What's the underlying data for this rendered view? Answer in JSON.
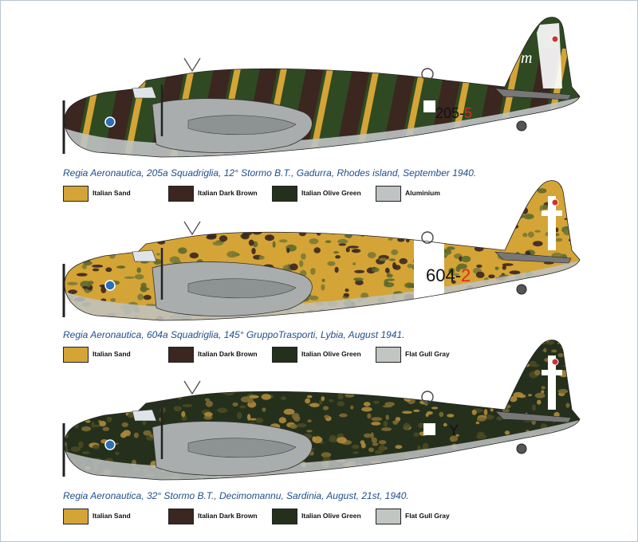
{
  "colors": {
    "sand": "#d4a437",
    "brown": "#3b2620",
    "olive": "#24301c",
    "aluminium": "#bfc3c3",
    "gray": "#c2c6c2",
    "caption": "#1f4f8c"
  },
  "profiles": [
    {
      "caption": "Regia Aeronautica, 205a Squadriglia, 12° Stormo B.T., Gadurra, Rhodes island, September 1940.",
      "scheme": "stripes",
      "code_black": "205-",
      "code_red": "5",
      "tail_emblem": "m",
      "white_band": false,
      "legend": [
        {
          "label": "Italian Sand",
          "color": "#d4a437"
        },
        {
          "label": "Italian Dark Brown",
          "color": "#3b2620"
        },
        {
          "label": "Italian Olive Green",
          "color": "#24301c"
        },
        {
          "label": "Aluminium",
          "color": "#bfc3c3"
        }
      ]
    },
    {
      "caption": "Regia Aeronautica, 604a Squadriglia, 145° GruppoTrasporti, Lybia, August 1941.",
      "scheme": "mottle-sand",
      "code_black": "604-",
      "code_red": "2",
      "tail_emblem": "",
      "white_band": true,
      "legend": [
        {
          "label": "Italian Sand",
          "color": "#d4a437"
        },
        {
          "label": "Italian Dark Brown",
          "color": "#3b2620"
        },
        {
          "label": "Italian Olive Green",
          "color": "#24301c"
        },
        {
          "label": "Flat Gull Gray",
          "color": "#c2c6c2"
        }
      ]
    },
    {
      "caption": "Regia Aeronautica, 32° Stormo B.T., Decimomannu, Sardinia, August, 21st, 1940.",
      "scheme": "mottle-green",
      "code_black": "Y",
      "code_red": "",
      "tail_emblem": "",
      "white_band": false,
      "legend": [
        {
          "label": "Italian Sand",
          "color": "#d4a437"
        },
        {
          "label": "Italian Dark Brown",
          "color": "#3b2620"
        },
        {
          "label": "Italian Olive Green",
          "color": "#24301c"
        },
        {
          "label": "Flat Gull Gray",
          "color": "#c2c6c2"
        }
      ]
    }
  ]
}
